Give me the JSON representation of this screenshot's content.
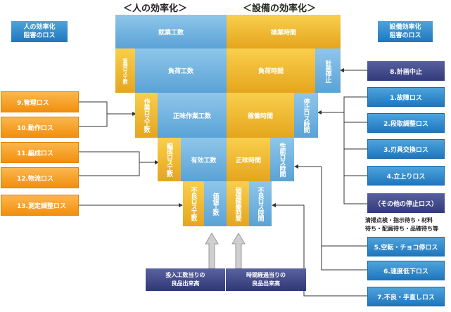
{
  "headers": {
    "human": "＜人の効率化＞",
    "equipment": "＜設備の効率化＞"
  },
  "tags": {
    "left": [
      "人の効率化",
      "阻害のロス"
    ],
    "right": [
      "設備効率化",
      "阻害のロス"
    ]
  },
  "pyramid": {
    "row1": {
      "left": "就業工数",
      "right": "操業時間"
    },
    "row2": {
      "left_loss": "管理ロス工数",
      "left": "負荷工数",
      "right": "負荷時間",
      "right_loss": "計画停止"
    },
    "row3": {
      "left_loss": "作業ロス工数",
      "left": "正味作業工数",
      "right": "稼働時間",
      "right_loss": "停止ロス時間"
    },
    "row4": {
      "left_loss": "編成ロス工数",
      "left": "有効工数",
      "right": "正味時間",
      "right_loss": "性能ロス時間"
    },
    "row5": {
      "left_loss": "不良ロス工数",
      "left": "価値工数",
      "right": "価値稼働時間",
      "right_loss": "不良ロス時間"
    }
  },
  "left_losses": [
    "9.管理ロス",
    "10.動作ロス",
    "11.編成ロス",
    "12.物流ロス",
    "13.測定調整ロス"
  ],
  "right_losses": {
    "planned_stop": "8.計画中止",
    "stops": [
      "1.故障ロス",
      "2.段取調整ロス",
      "3.刃具交換ロス",
      "4.立上りロス"
    ],
    "other": "（その他の停止ロス）",
    "note": [
      "清掃点検・指示待ち・材料",
      "待ち・配員待ち・品確待ち等"
    ],
    "performance": [
      "5.空転・チョコ停ロス",
      "6.速度低下ロス"
    ],
    "defect": "7.不良・手直しロス"
  },
  "footer": {
    "left": [
      "投入工数当りの",
      "良品出来高"
    ],
    "right": [
      "時間経過当りの",
      "良品出来高"
    ]
  },
  "colors": {
    "blue": "#5aa2d6",
    "yellow": "#e5a51d",
    "orange": "#f18f0e",
    "navy": "#323a7a"
  }
}
